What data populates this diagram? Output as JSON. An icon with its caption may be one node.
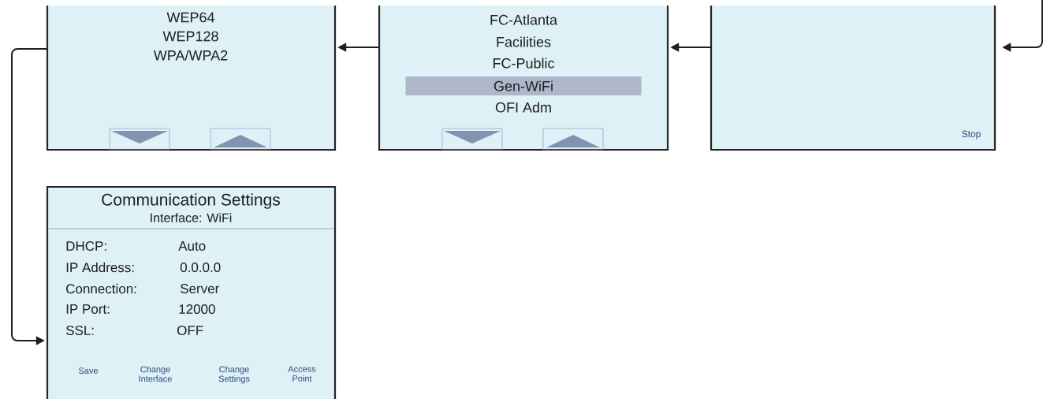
{
  "diagram": {
    "nodes": [
      {
        "text": [
          "WEP64",
          "WEP128",
          "WPA/WPA2"
        ]
      },
      {
        "text": [
          "FC-Atlanta",
          "Facilities",
          "FC-Public",
          "Gen-WiFi",
          "OFI Adm"
        ]
      },
      {
        "text": [
          "Stop"
        ]
      },
      {
        "text": [
          "Communication Settings",
          "Interface: WiFi",
          "DHCP:",
          "Auto",
          "IP Address:",
          "0.0.0.0",
          "Connection:",
          "Server",
          "IP Port:",
          "12000",
          "SSL:",
          "OFF",
          "Save",
          "Change Interface",
          "Change Settings",
          "Access Point"
        ]
      }
    ],
    "edges": [
      {
        "from": null,
        "to": 2,
        "arrow": "to"
      },
      {
        "from": 2,
        "to": 1,
        "arrow": "to"
      },
      {
        "from": 1,
        "to": 0,
        "arrow": "to"
      },
      {
        "from": 0,
        "to": 3,
        "arrow": "to"
      }
    ]
  }
}
